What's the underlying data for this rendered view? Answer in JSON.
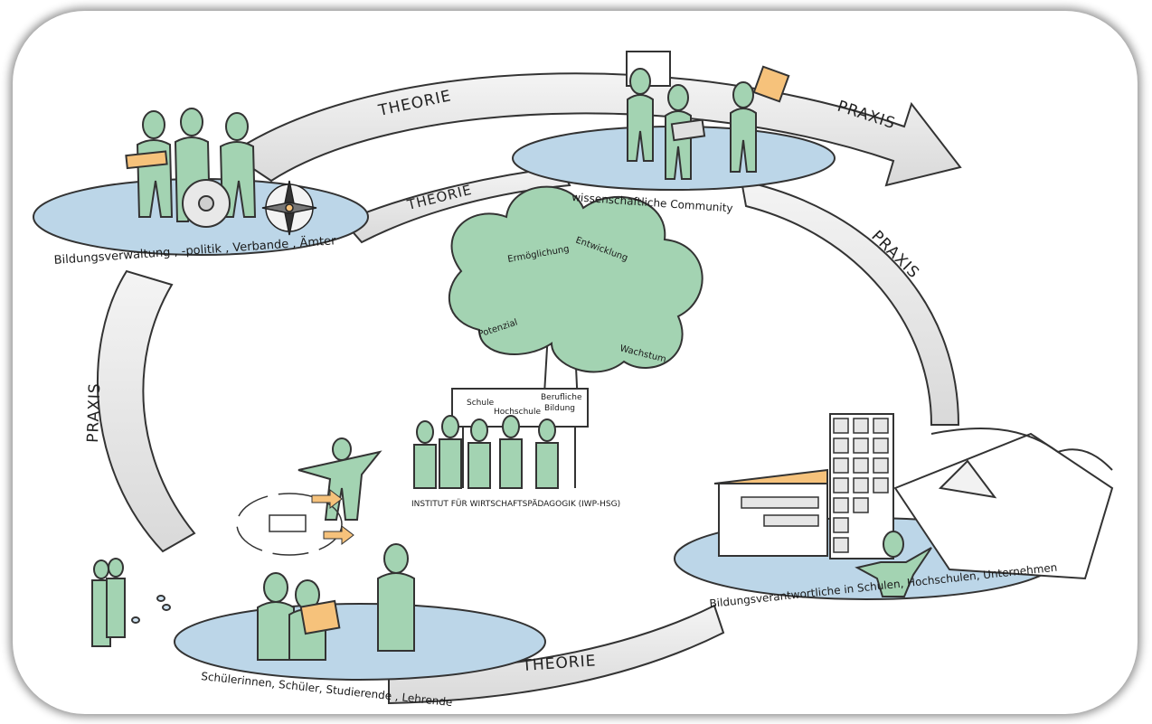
{
  "arrows": {
    "top_theorie": "THEORIE",
    "top_praxis": "PRAXIS",
    "inner_theorie": "THEORIE",
    "right_praxis": "PRAXIS",
    "left_praxis": "PRAXIS",
    "bottom_theorie": "THEORIE"
  },
  "groups": {
    "administration": "Bildungsverwaltung , -politik , Verbande , Ämter",
    "community": "wissenschaftliche Community",
    "practitioners": "Bildungsverantwortliche in Schulen, Hochschulen, Unternehmen",
    "learners": "Schülerinnen, Schüler, Studierende , Lehrende"
  },
  "tree": {
    "ermoeglichung": "Ermöglichung",
    "entwicklung": "Entwicklung",
    "potenzial": "Potenzial",
    "wachstum": "Wachstum"
  },
  "sign": {
    "schule": "Schule",
    "hochschule": "Hochschule",
    "berufliche": "Berufliche",
    "bildung": "Bildung"
  },
  "institute": "INSTITUT FÜR WIRTSCHAFTSPÄDAGOGIK (IWP-HSG)",
  "colors": {
    "figure": "#a3d3b2",
    "platform": "#bcd6e8",
    "arrow": "#e6e6e6",
    "accent": "#f6c27b"
  }
}
